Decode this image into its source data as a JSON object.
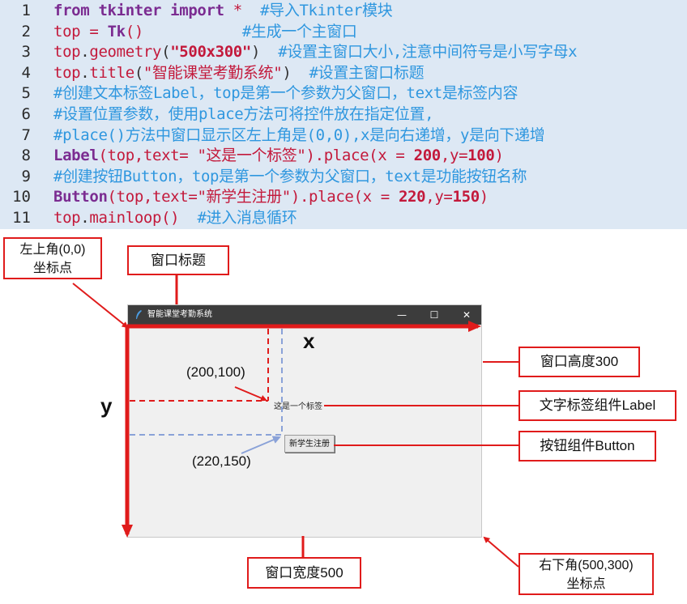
{
  "code_lines": [
    {
      "n": "1",
      "tokens": [
        {
          "c": "kw",
          "t": "from "
        },
        {
          "c": "kw",
          "t": "tkinter"
        },
        {
          "c": "kw",
          "t": " import"
        },
        {
          "c": "str",
          "t": " *"
        },
        {
          "c": "pl",
          "t": "  "
        },
        {
          "c": "cm",
          "t": "#导入Tkinter模块"
        }
      ]
    },
    {
      "n": "2",
      "tokens": [
        {
          "c": "attr",
          "t": "top"
        },
        {
          "c": "attr",
          "t": " = "
        },
        {
          "c": "kw",
          "t": "Tk"
        },
        {
          "c": "attr",
          "t": "()"
        },
        {
          "c": "pl",
          "t": "           "
        },
        {
          "c": "cm",
          "t": "#生成一个主窗口"
        }
      ]
    },
    {
      "n": "3",
      "tokens": [
        {
          "c": "attr",
          "t": "top"
        },
        {
          "c": "pl",
          "t": "."
        },
        {
          "c": "attr",
          "t": "geometry"
        },
        {
          "c": "pl",
          "t": "("
        },
        {
          "c": "num",
          "t": "\"500x300\""
        },
        {
          "c": "pl",
          "t": ")  "
        },
        {
          "c": "cm",
          "t": "#设置主窗口大小,注意中间符号是小写字母x"
        }
      ]
    },
    {
      "n": "4",
      "tokens": [
        {
          "c": "attr",
          "t": "top"
        },
        {
          "c": "pl",
          "t": "."
        },
        {
          "c": "attr",
          "t": "title"
        },
        {
          "c": "pl",
          "t": "("
        },
        {
          "c": "str",
          "t": "\"智能课堂考勤系统\""
        },
        {
          "c": "pl",
          "t": ")  "
        },
        {
          "c": "cm",
          "t": "#设置主窗口标题"
        }
      ]
    },
    {
      "n": "5",
      "tokens": [
        {
          "c": "cm",
          "t": "#创建文本标签Label，top是第一个参数为父窗口，text是标签内容"
        }
      ]
    },
    {
      "n": "6",
      "tokens": [
        {
          "c": "cm",
          "t": "#设置位置参数，使用place方法可将控件放在指定位置,"
        }
      ]
    },
    {
      "n": "7",
      "tokens": [
        {
          "c": "cm",
          "t": "#place()方法中窗口显示区左上角是(0,0),x是向右递增，y是向下递增"
        }
      ]
    },
    {
      "n": "8",
      "tokens": [
        {
          "c": "kw",
          "t": "Label"
        },
        {
          "c": "attr",
          "t": "(top,text= "
        },
        {
          "c": "str",
          "t": "\"这是一个标签\""
        },
        {
          "c": "attr",
          "t": ").place(x = "
        },
        {
          "c": "num",
          "t": "200"
        },
        {
          "c": "attr",
          "t": ",y="
        },
        {
          "c": "num",
          "t": "100"
        },
        {
          "c": "attr",
          "t": ")"
        }
      ]
    },
    {
      "n": "9",
      "tokens": [
        {
          "c": "cm",
          "t": "#创建按钮Button，top是第一个参数为父窗口，text是功能按钮名称"
        }
      ]
    },
    {
      "n": "10",
      "tokens": [
        {
          "c": "kw",
          "t": "Button"
        },
        {
          "c": "attr",
          "t": "(top,text="
        },
        {
          "c": "str",
          "t": "\"新学生注册\""
        },
        {
          "c": "attr",
          "t": ").place(x = "
        },
        {
          "c": "num",
          "t": "220"
        },
        {
          "c": "attr",
          "t": ",y="
        },
        {
          "c": "num",
          "t": "150"
        },
        {
          "c": "attr",
          "t": ")"
        }
      ]
    },
    {
      "n": "11",
      "tokens": [
        {
          "c": "attr",
          "t": "top"
        },
        {
          "c": "pl",
          "t": "."
        },
        {
          "c": "attr",
          "t": "mainloop"
        },
        {
          "c": "attr",
          "t": "()"
        },
        {
          "c": "pl",
          "t": "  "
        },
        {
          "c": "cm",
          "t": "#进入消息循环"
        }
      ]
    }
  ],
  "window": {
    "title": "智能课堂考勤系统",
    "minimize": "—",
    "maximize": "☐",
    "close": "✕",
    "label_text": "这是一个标签",
    "button_text": "新学生注册"
  },
  "annotations": {
    "top_left": "左上角(0,0)\n坐标点",
    "window_title": "窗口标题",
    "window_height": "窗口高度300",
    "label_component": "文字标签组件Label",
    "button_component": "按钮组件Button",
    "window_width": "窗口宽度500",
    "bottom_right": "右下角(500,300)\n坐标点",
    "coord_label": "(200,100)",
    "coord_button": "(220,150)",
    "axis_x": "x",
    "axis_y": "y"
  },
  "colors": {
    "accent": "#e01b1b",
    "guide_blue": "#8aa2d8",
    "code_bg": "#dde8f4"
  }
}
